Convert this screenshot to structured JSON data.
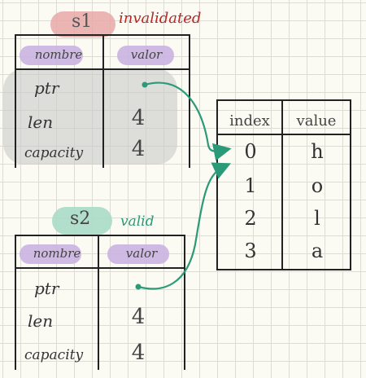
{
  "s1": {
    "name": "s1",
    "status": "invalidated",
    "headers": {
      "name": "nombre",
      "value": "valor"
    },
    "rows": [
      {
        "name": "ptr",
        "value": ""
      },
      {
        "name": "len",
        "value": "4"
      },
      {
        "name": "capacity",
        "value": "4"
      }
    ]
  },
  "s2": {
    "name": "s2",
    "status": "valid",
    "headers": {
      "name": "nombre",
      "value": "valor"
    },
    "rows": [
      {
        "name": "ptr",
        "value": ""
      },
      {
        "name": "len",
        "value": "4"
      },
      {
        "name": "capacity",
        "value": "4"
      }
    ]
  },
  "heap": {
    "headers": {
      "index": "index",
      "value": "value"
    },
    "rows": [
      {
        "index": "0",
        "value": "h"
      },
      {
        "index": "1",
        "value": "o"
      },
      {
        "index": "2",
        "value": "l"
      },
      {
        "index": "3",
        "value": "a"
      }
    ]
  },
  "colors": {
    "s1_highlight": "#e8a0a0",
    "s2_highlight": "#a8dcc6",
    "header_highlight": "#c9b3e0",
    "invalid_shade": "#c8c8c8",
    "arrow": "#2a9a78",
    "invalid_text": "#b82626",
    "valid_text": "#2a9a78"
  }
}
